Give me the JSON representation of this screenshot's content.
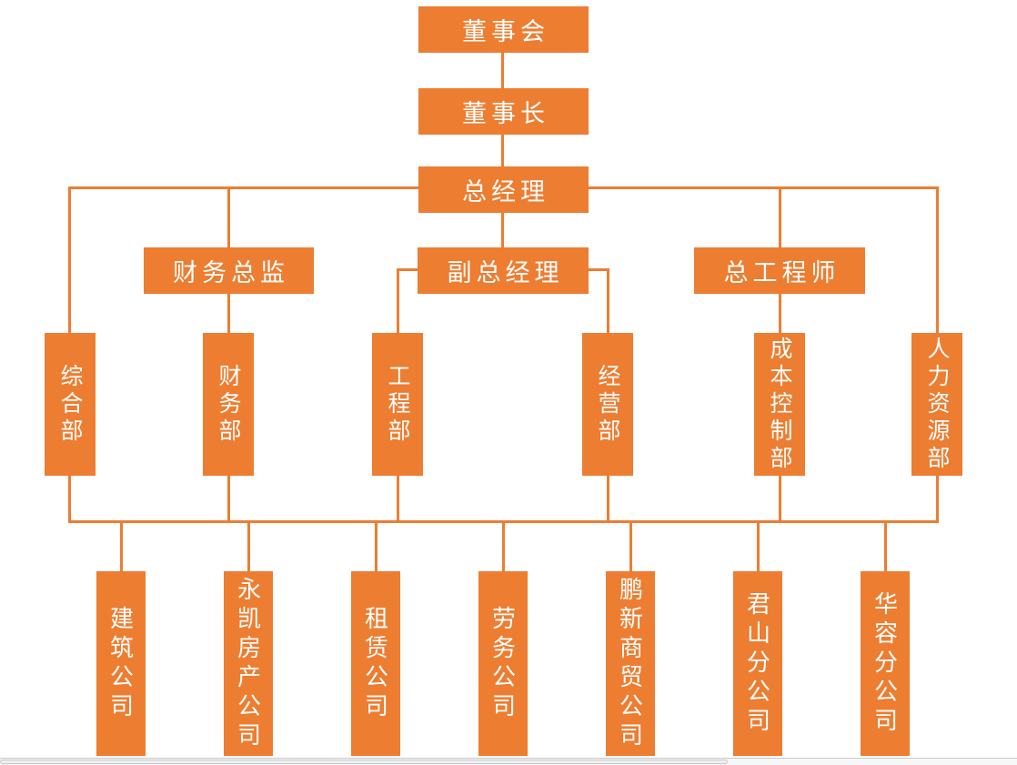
{
  "colors": {
    "accent": "#ED7D31",
    "box_text": "#FFFFFF",
    "background": "#FFFFFF",
    "scrollbar_track": "#F7F7F7",
    "scrollbar_thumb": "#EFEFEF",
    "scrollbar_border": "#C9C9C9"
  },
  "nodes": {
    "board": "董事会",
    "chairman": "董事长",
    "general_manager": "总经理",
    "finance_director": "财务总监",
    "deputy_general_manager": "副总经理",
    "chief_engineer": "总工程师",
    "departments": [
      "综合部",
      "财务部",
      "工程部",
      "经营部",
      "成本控制部",
      "人力资源部"
    ],
    "companies": [
      "建筑公司",
      "永凯房产公司",
      "租赁公司",
      "劳务公司",
      "鹏新商贸公司",
      "君山分公司",
      "华容分公司"
    ]
  },
  "edges": [
    [
      "董事会",
      "董事长"
    ],
    [
      "董事长",
      "总经理"
    ],
    [
      "总经理",
      "综合部"
    ],
    [
      "总经理",
      "财务总监"
    ],
    [
      "总经理",
      "副总经理"
    ],
    [
      "总经理",
      "总工程师"
    ],
    [
      "总经理",
      "人力资源部"
    ],
    [
      "财务总监",
      "财务部"
    ],
    [
      "副总经理",
      "工程部"
    ],
    [
      "副总经理",
      "经营部"
    ],
    [
      "总工程师",
      "成本控制部"
    ]
  ],
  "shared_bus_departments_to_companies": true
}
